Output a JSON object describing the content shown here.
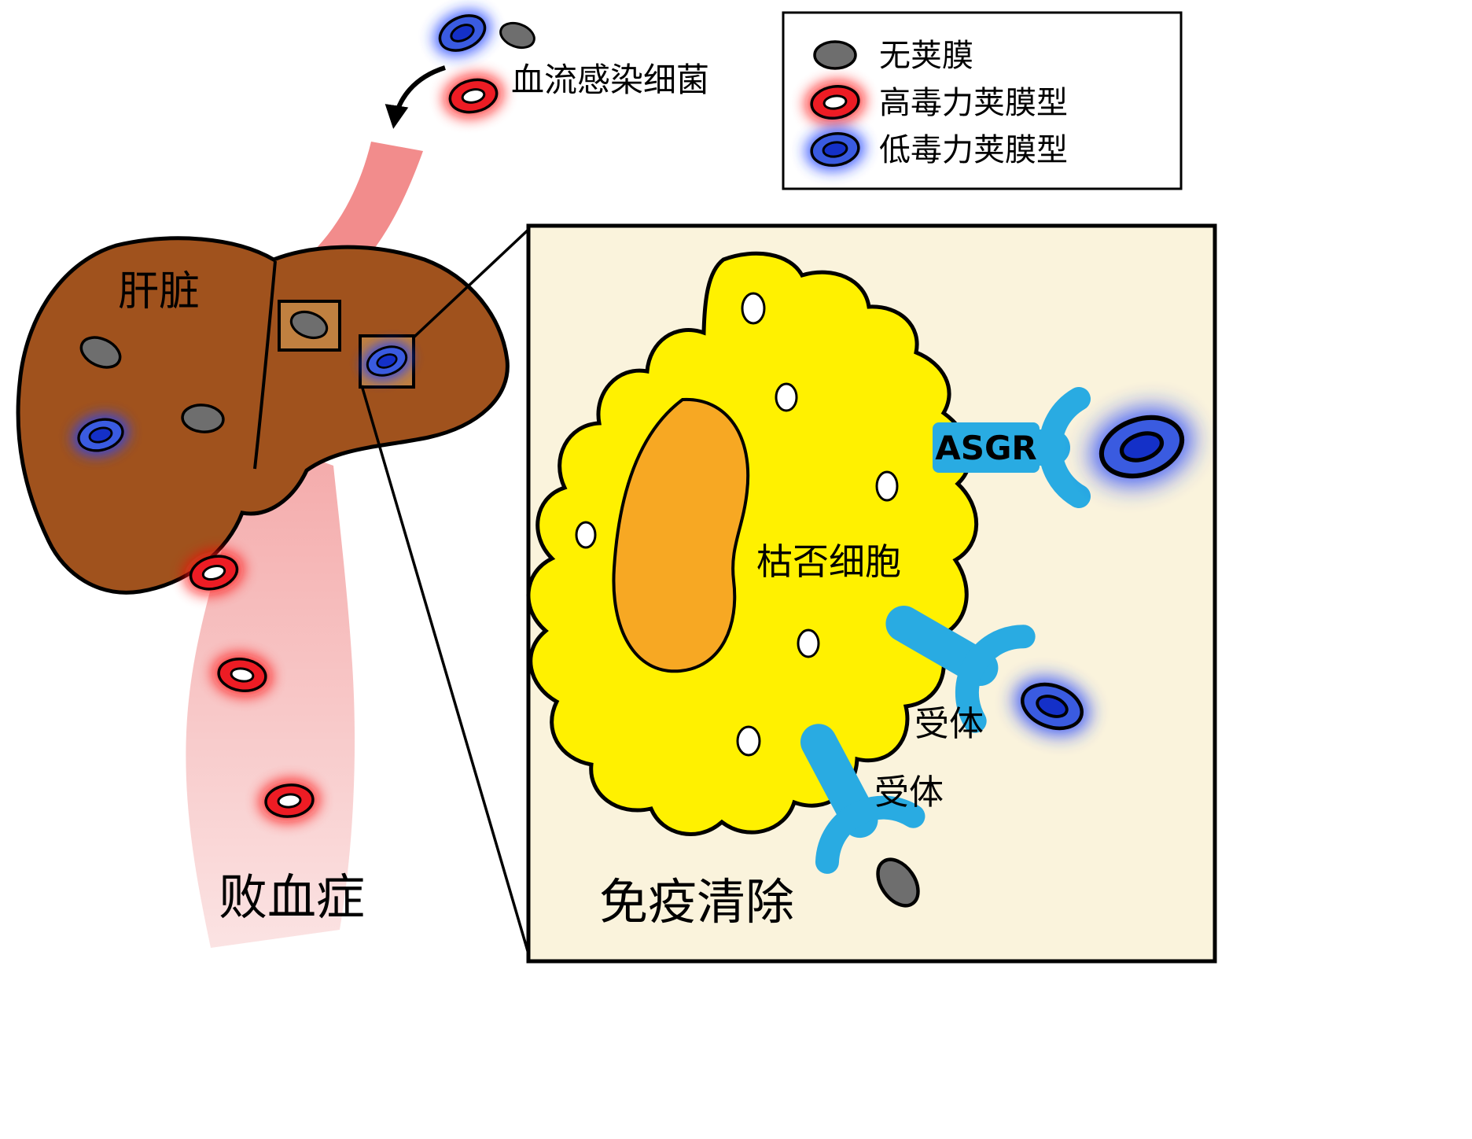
{
  "colors": {
    "liver": "#A0521D",
    "liver_box": "#C08040",
    "vessel_top": "#F28C8C",
    "vessel_grad_top": "#F4A9A9",
    "vessel_grad_bottom": "#FBE3E3",
    "panel_bg": "#FAF3DC",
    "cell_yellow": "#FFF100",
    "nucleus_orange": "#F7A823",
    "receptor_blue": "#29ABE2",
    "bacteria_red": "#ED1C24",
    "bacteria_blue_outer": "#3A5BE0",
    "bacteria_blue_inner": "#1430C8",
    "bacteria_gray": "#6E6E6E",
    "glow_red": "#FF1010",
    "glow_blue": "#2244FF"
  },
  "labels": {
    "bloodstream_bacteria": "血流感染细菌",
    "liver": "肝脏",
    "sepsis": "败血症",
    "immune_clearance": "免疫清除",
    "kupffer_cell": "枯否细胞",
    "asgr": "ASGR",
    "receptor_mid": "受体",
    "receptor_bottom": "受体"
  },
  "legend": {
    "items": [
      {
        "icon": "gray-no-capsule-bacterium",
        "label": "无荚膜"
      },
      {
        "icon": "red-high-virulence-capsule-bacterium",
        "label": "高毒力荚膜型"
      },
      {
        "icon": "blue-low-virulence-capsule-bacterium",
        "label": "低毒力荚膜型"
      }
    ]
  }
}
